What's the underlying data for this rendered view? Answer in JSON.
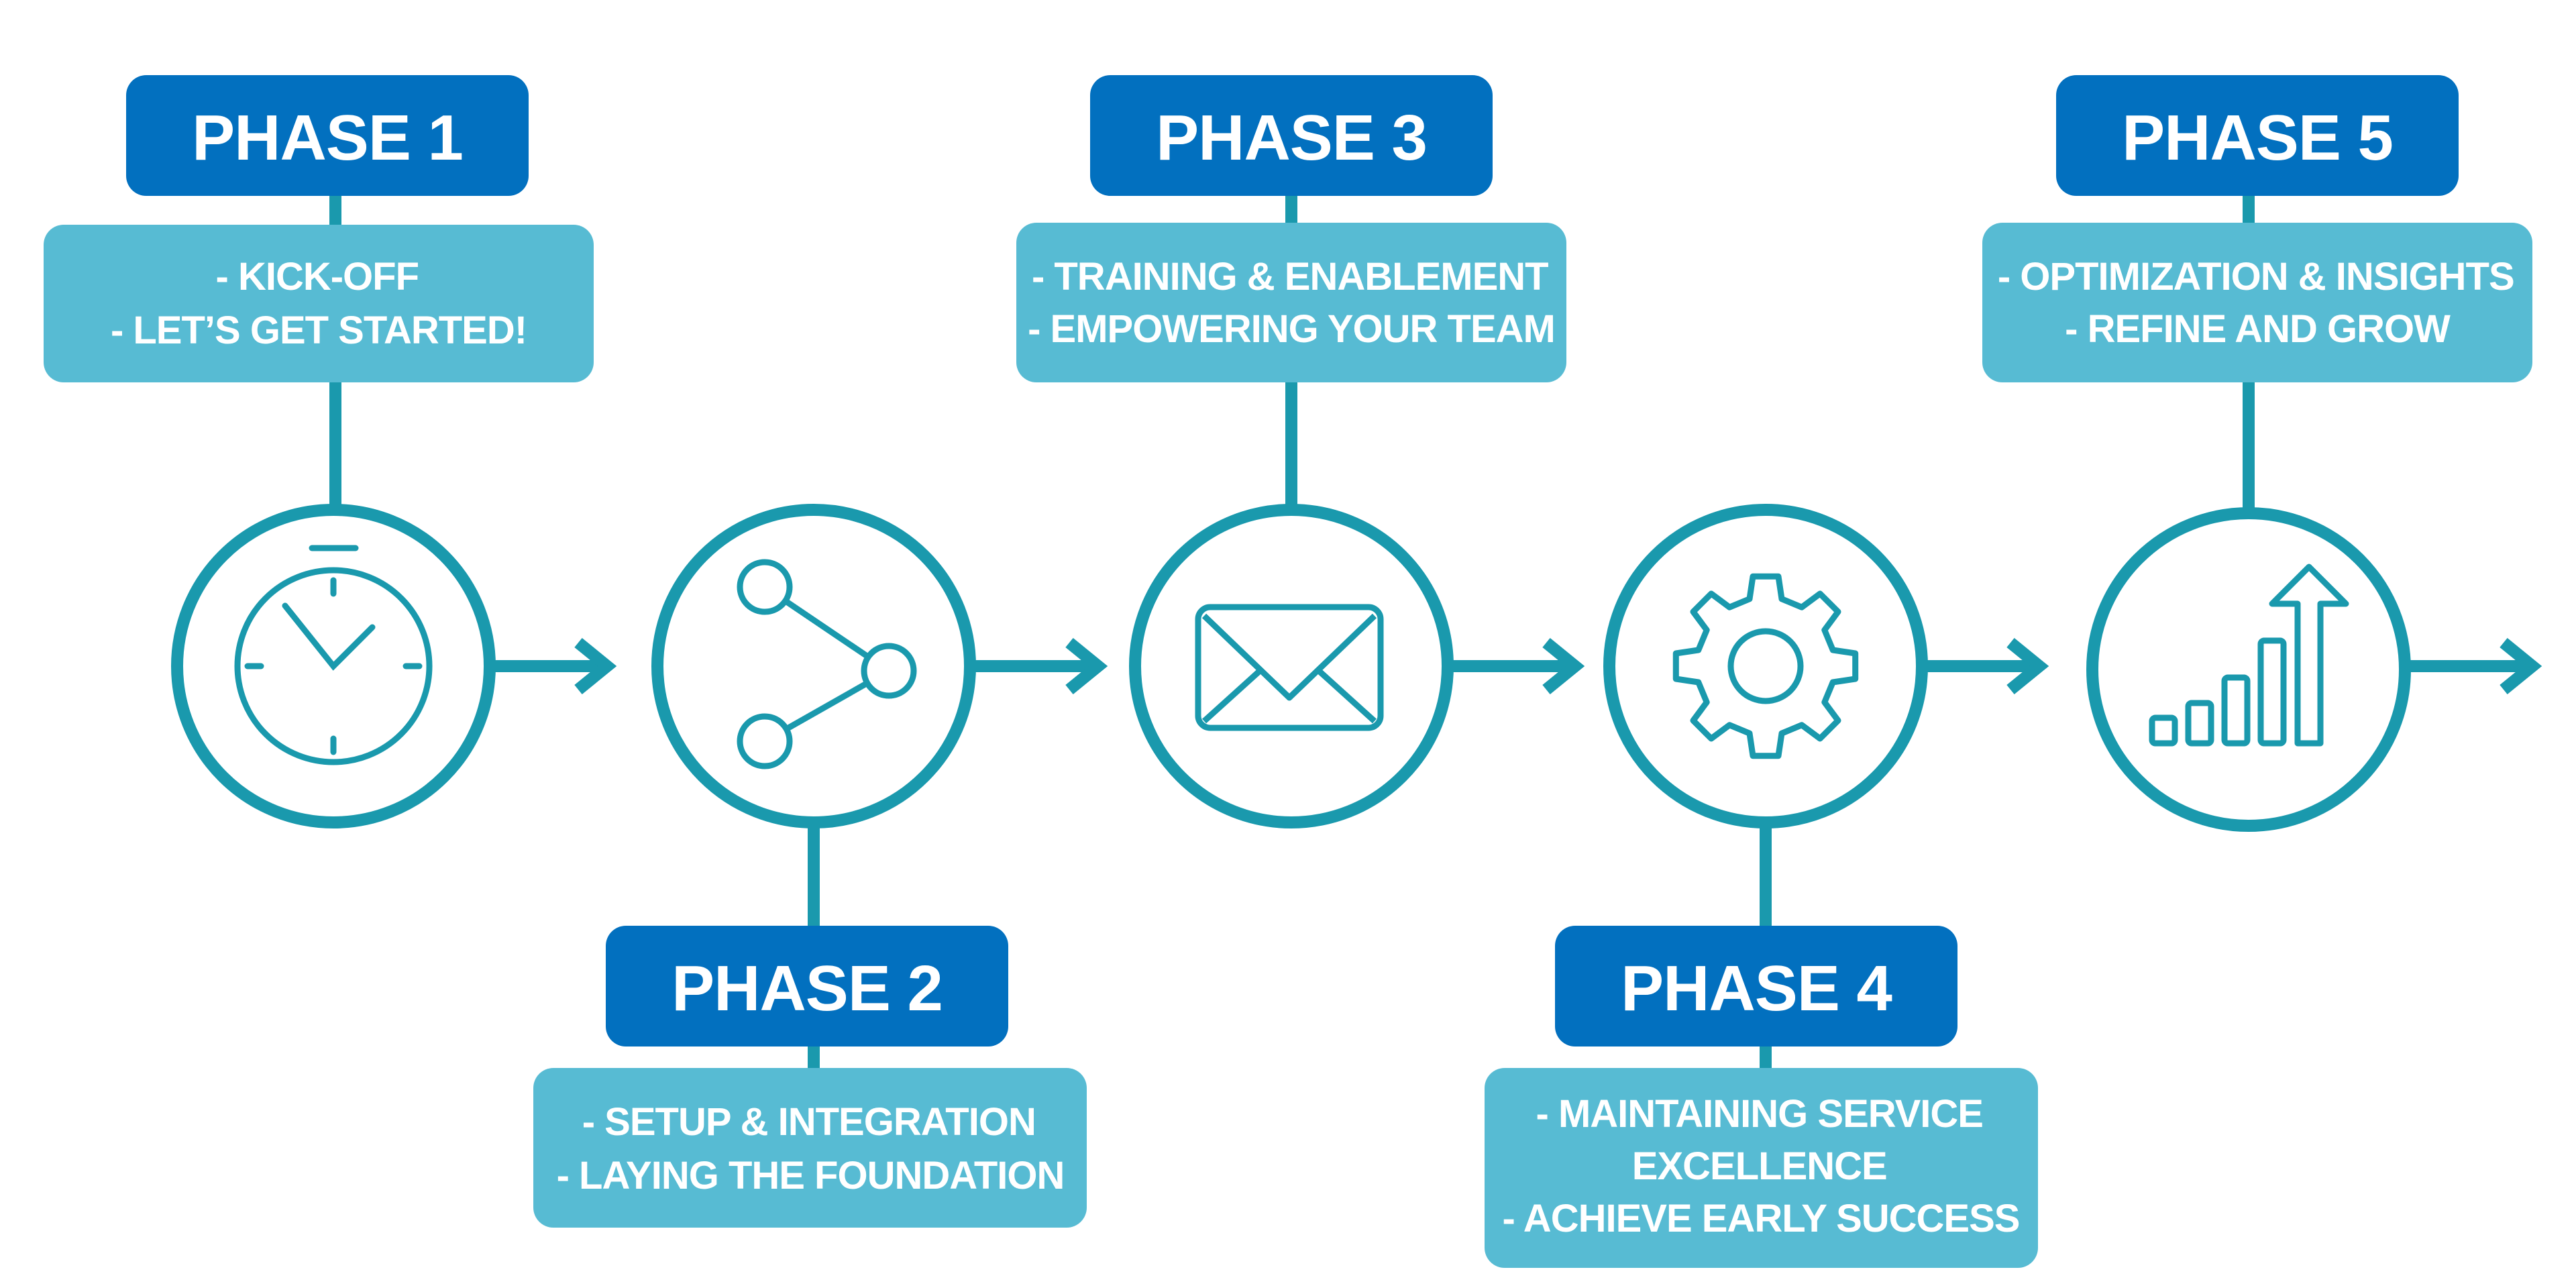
{
  "colors": {
    "phase_box": "#0270bf",
    "desc_box": "#57bbd3",
    "line": "#1a99ad",
    "circle_fill": "#ffffff"
  },
  "phases": [
    {
      "label": "PHASE 1",
      "lines": [
        "- KICK-OFF",
        "- LET’S GET STARTED!"
      ],
      "icon": "stopwatch-icon"
    },
    {
      "label": "PHASE 2",
      "lines": [
        "- SETUP & INTEGRATION",
        "- LAYING THE FOUNDATION"
      ],
      "icon": "share-icon"
    },
    {
      "label": "PHASE 3",
      "lines": [
        "- TRAINING & ENABLEMENT",
        "- EMPOWERING YOUR TEAM"
      ],
      "icon": "envelope-icon"
    },
    {
      "label": "PHASE 4",
      "lines": [
        "- MAINTAINING SERVICE",
        "EXCELLENCE",
        "- ACHIEVE EARLY SUCCESS"
      ],
      "icon": "gear-icon"
    },
    {
      "label": "PHASE 5",
      "lines": [
        "- OPTIMIZATION & INSIGHTS",
        "- REFINE AND GROW"
      ],
      "icon": "growth-chart-icon"
    }
  ]
}
